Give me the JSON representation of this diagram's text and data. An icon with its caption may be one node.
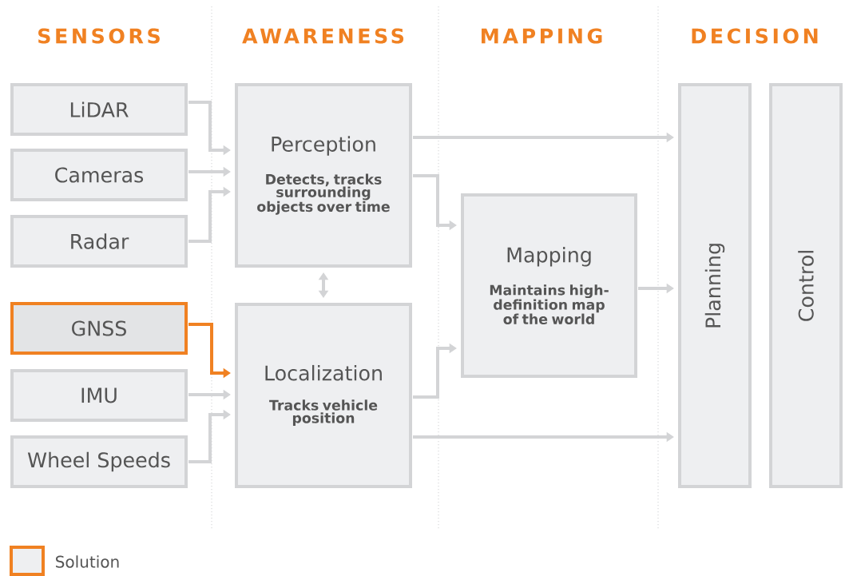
{
  "diagram": {
    "nodes": [
      {
        "text": [
          "LiDAR"
        ]
      },
      {
        "text": [
          "Cameras"
        ]
      },
      {
        "text": [
          "Radar"
        ]
      },
      {
        "text": [
          "GNSS"
        ]
      },
      {
        "text": [
          "IMU"
        ]
      },
      {
        "text": [
          "Wheel Speeds"
        ]
      },
      {
        "text": [
          "Perception",
          "Detects, tracks surrounding objects over time"
        ]
      },
      {
        "text": [
          "Localization",
          "Tracks vehicle position"
        ]
      },
      {
        "text": [
          "Mapping",
          "Maintains high-definition map of the world"
        ]
      },
      {
        "text": [
          "Planning"
        ]
      },
      {
        "text": [
          "Control"
        ]
      }
    ],
    "edges": [
      {
        "from": 0,
        "to": 6,
        "arrow": "to"
      },
      {
        "from": 1,
        "to": 6,
        "arrow": "to"
      },
      {
        "from": 2,
        "to": 6,
        "arrow": "to"
      },
      {
        "from": 3,
        "to": 7,
        "arrow": "to",
        "color": "#f08122"
      },
      {
        "from": 4,
        "to": 7,
        "arrow": "to"
      },
      {
        "from": 5,
        "to": 7,
        "arrow": "to"
      },
      {
        "from": 6,
        "to": 7,
        "arrow": "both"
      },
      {
        "from": 6,
        "to": 9,
        "arrow": "to"
      },
      {
        "from": 6,
        "to": 8,
        "arrow": "to"
      },
      {
        "from": 7,
        "to": 8,
        "arrow": "to"
      },
      {
        "from": 8,
        "to": 9,
        "arrow": "to"
      },
      {
        "from": 7,
        "to": 9,
        "arrow": "to"
      }
    ],
    "labels": [
      "SENSORS",
      "AWARENESS",
      "MAPPING",
      "DECISION"
    ],
    "legend": [
      {
        "text": "Solution",
        "color": "#f08122"
      }
    ]
  }
}
